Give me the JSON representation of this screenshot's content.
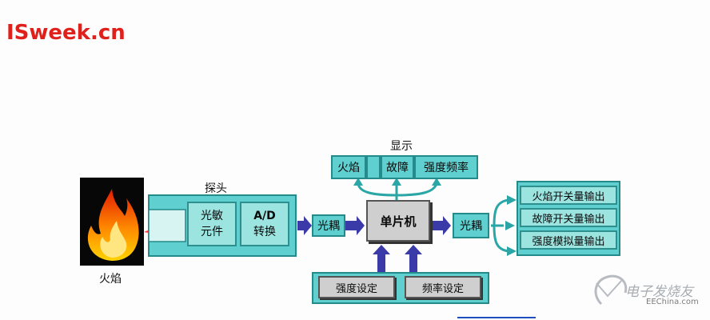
{
  "site": {
    "logo": "ISweek.cn"
  },
  "diagram": {
    "flame_label": "火焰",
    "probe_label": "探头",
    "sensor_line1": "光敏",
    "sensor_line2": "元件",
    "ad_line1": "A/D",
    "ad_line2": "转换",
    "coupler_left": "光耦",
    "mcu": "单片机",
    "coupler_right": "光耦",
    "display_label": "显示",
    "display_cells": [
      "火焰",
      "故障",
      "强度频率"
    ],
    "outputs": [
      "火焰开关量输出",
      "故障开关量输出",
      "强度模拟量输出"
    ],
    "settings": [
      "强度设定",
      "频率设定"
    ]
  },
  "watermark": {
    "name": "电子发烧友",
    "url": "EEChina.com"
  },
  "colors": {
    "logo": "#e0201b",
    "box_fill": "#5fd0cf",
    "box_border": "#258a8a",
    "mcu_fill": "#cfcfcf",
    "arrow_fill": "#3a3aa8"
  }
}
